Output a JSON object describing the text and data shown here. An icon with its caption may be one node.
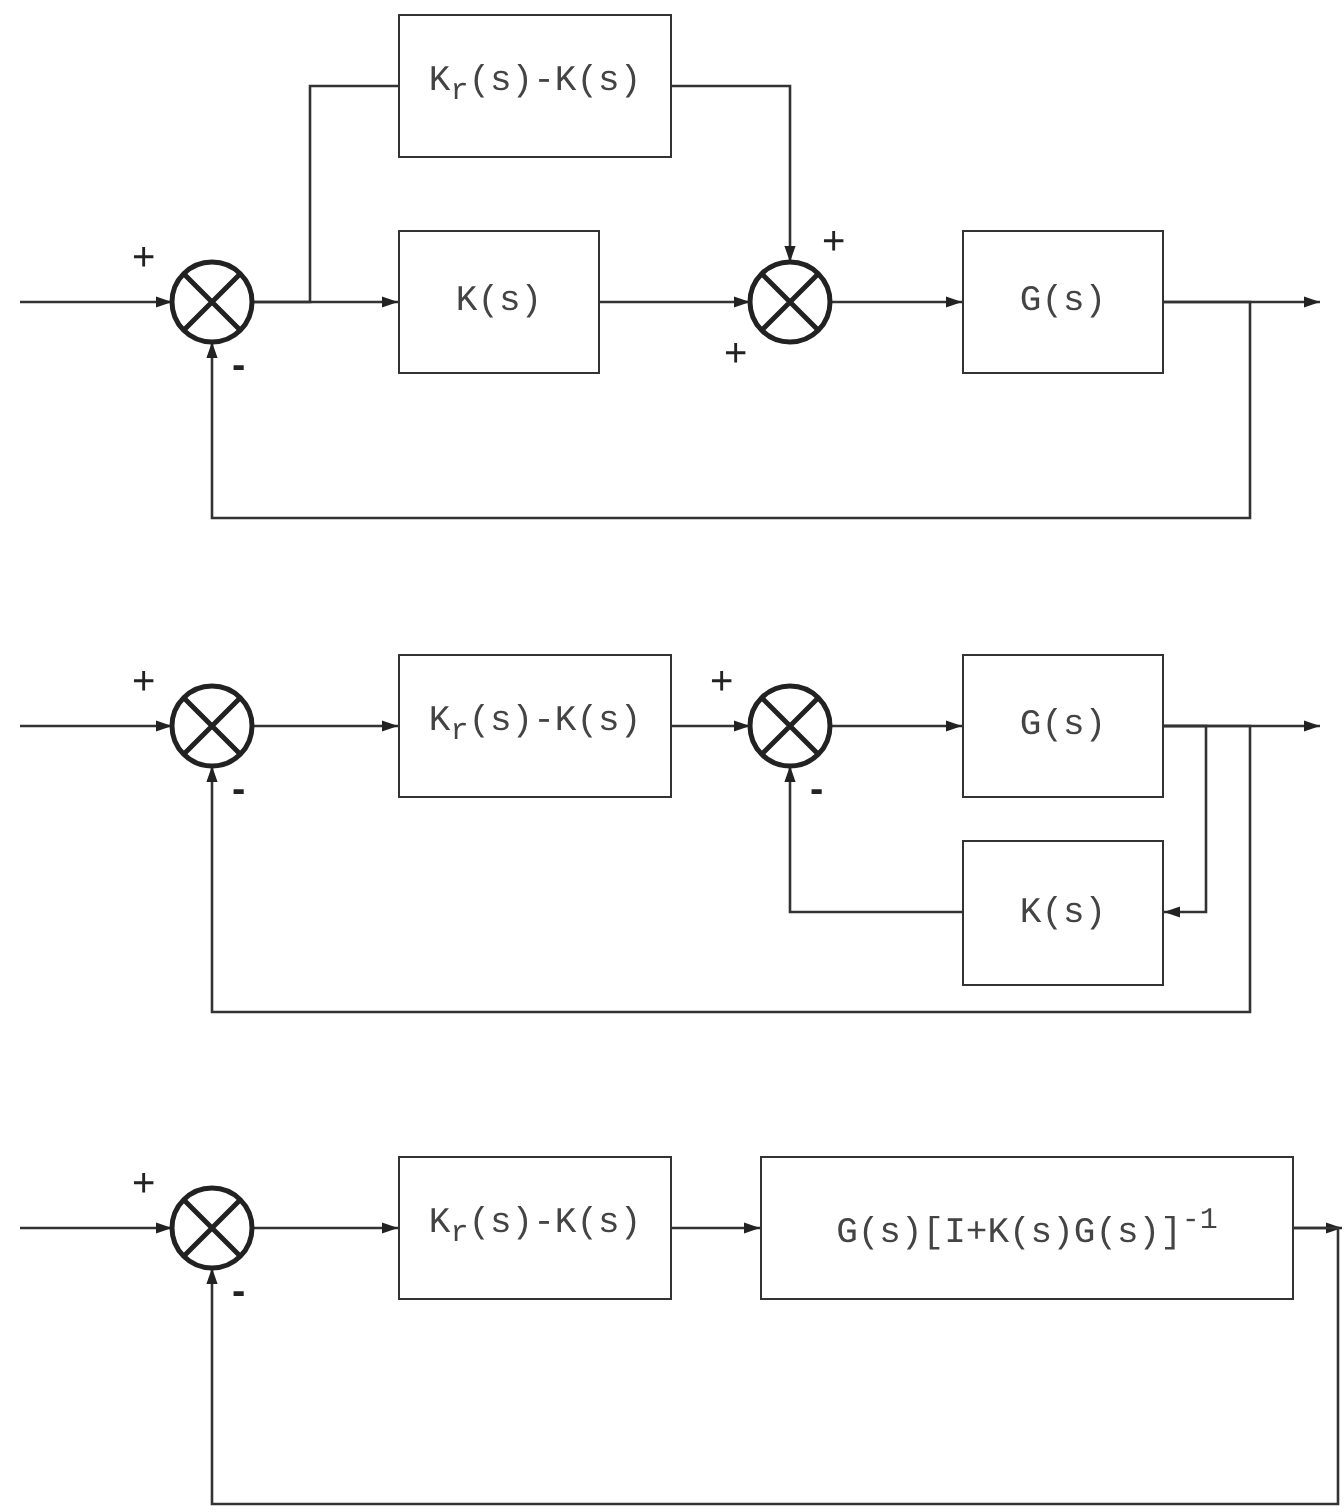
{
  "diagram": {
    "nodes": [
      {
        "text": [],
        "shape": "circle",
        "beside": [
          "+",
          "-"
        ]
      },
      {
        "text": [
          "K$_{r}$(s)-K(s)"
        ]
      },
      {
        "text": [
          "K(s)"
        ]
      },
      {
        "text": [],
        "shape": "circle",
        "beside": [
          "+",
          "+"
        ]
      },
      {
        "text": [
          "G(s)"
        ]
      },
      {
        "text": [],
        "shape": "circle",
        "beside": [
          "+",
          "-"
        ]
      },
      {
        "text": [
          "K$_{r}$(s)-K(s)"
        ]
      },
      {
        "text": [],
        "shape": "circle",
        "beside": [
          "+",
          "-"
        ]
      },
      {
        "text": [
          "G(s)"
        ]
      },
      {
        "text": [
          "K(s)"
        ]
      },
      {
        "text": [],
        "shape": "circle",
        "beside": [
          "+",
          "-"
        ]
      },
      {
        "text": [
          "K$_{r}$(s)-K(s)"
        ]
      },
      {
        "text": [
          "G(s)[I+K(s)G(s)]$^{-1}$"
        ]
      }
    ],
    "edges": [
      {
        "from": null,
        "to": 0,
        "arrow": "to"
      },
      {
        "from": 0,
        "to": 1,
        "arrow": "none"
      },
      {
        "from": 1,
        "to": 3,
        "arrow": "to"
      },
      {
        "from": 0,
        "to": 2,
        "arrow": "to"
      },
      {
        "from": 2,
        "to": 3,
        "arrow": "to"
      },
      {
        "from": 3,
        "to": 4,
        "arrow": "to"
      },
      {
        "from": 4,
        "to": null,
        "arrow": "to"
      },
      {
        "from": 4,
        "to": 0,
        "arrow": "to"
      },
      {
        "from": null,
        "to": 5,
        "arrow": "to"
      },
      {
        "from": 5,
        "to": 6,
        "arrow": "to"
      },
      {
        "from": 6,
        "to": 7,
        "arrow": "to"
      },
      {
        "from": 7,
        "to": 8,
        "arrow": "to"
      },
      {
        "from": 8,
        "to": null,
        "arrow": "to"
      },
      {
        "from": 8,
        "to": 9,
        "arrow": "to"
      },
      {
        "from": 9,
        "to": 7,
        "arrow": "to"
      },
      {
        "from": 8,
        "to": 5,
        "arrow": "to"
      },
      {
        "from": null,
        "to": 10,
        "arrow": "to"
      },
      {
        "from": 10,
        "to": 11,
        "arrow": "to"
      },
      {
        "from": 11,
        "to": 12,
        "arrow": "to"
      },
      {
        "from": 12,
        "to": null,
        "arrow": "to"
      },
      {
        "from": 12,
        "to": 10,
        "arrow": "to"
      }
    ]
  }
}
